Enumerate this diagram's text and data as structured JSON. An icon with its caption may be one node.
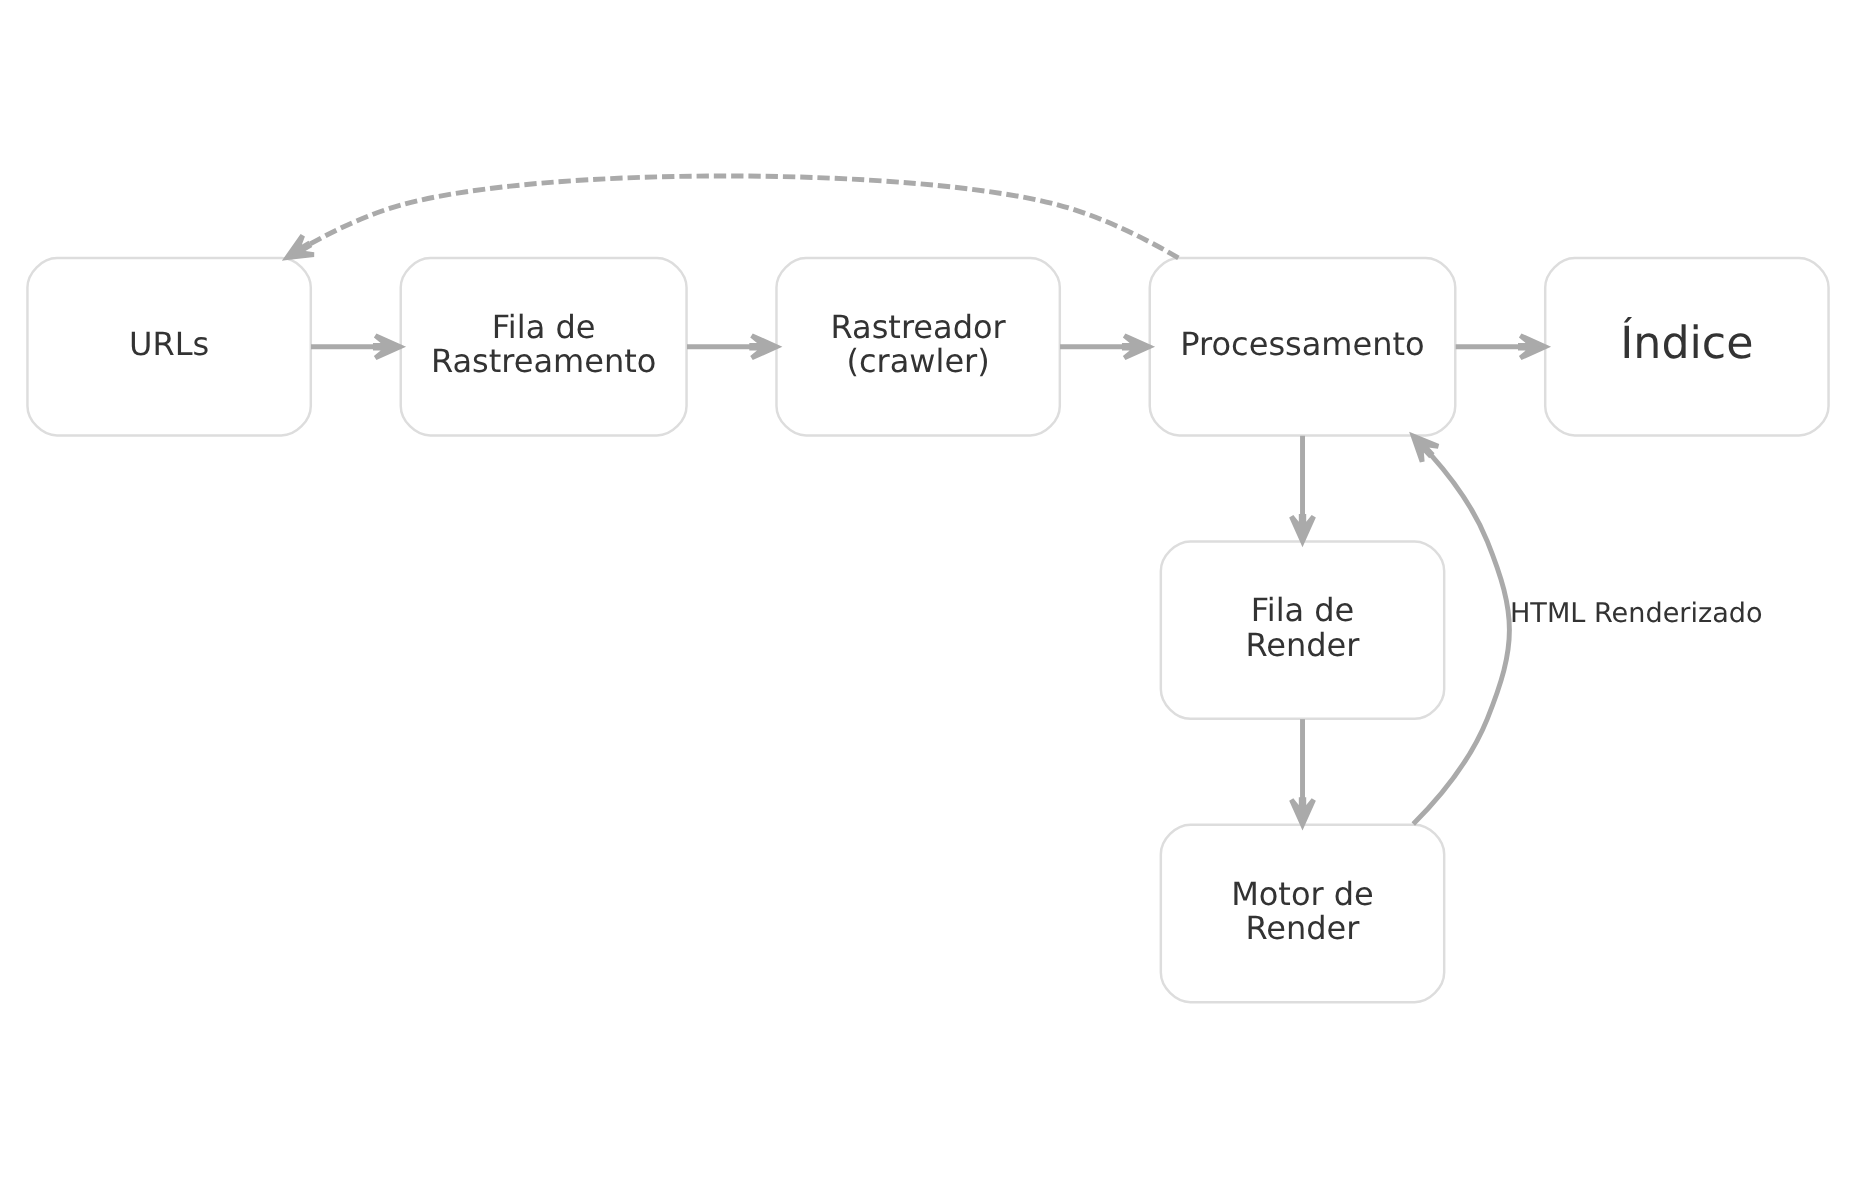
{
  "diagram": {
    "nodes": [
      {
        "text": [
          "URLs"
        ]
      },
      {
        "text": [
          "Fila de Rastreamento"
        ]
      },
      {
        "text": [
          "Rastreador (crawler)"
        ]
      },
      {
        "text": [
          "Processamento"
        ]
      },
      {
        "text": [
          "Índice"
        ]
      },
      {
        "text": [
          "Fila de Render"
        ]
      },
      {
        "text": [
          "Motor de Render"
        ]
      }
    ],
    "edges": [
      {
        "from": 0,
        "to": 1,
        "arrow": "to"
      },
      {
        "from": 1,
        "to": 2,
        "arrow": "to"
      },
      {
        "from": 2,
        "to": 3,
        "arrow": "to"
      },
      {
        "from": 3,
        "to": 4,
        "arrow": "to"
      },
      {
        "from": 3,
        "to": 0,
        "arrow": "to",
        "style": "dashed"
      },
      {
        "from": 3,
        "to": 5,
        "arrow": "to"
      },
      {
        "from": 5,
        "to": 6,
        "arrow": "to"
      },
      {
        "from": 6,
        "to": 3,
        "arrow": "to",
        "label": "HTML Renderizado"
      }
    ]
  }
}
